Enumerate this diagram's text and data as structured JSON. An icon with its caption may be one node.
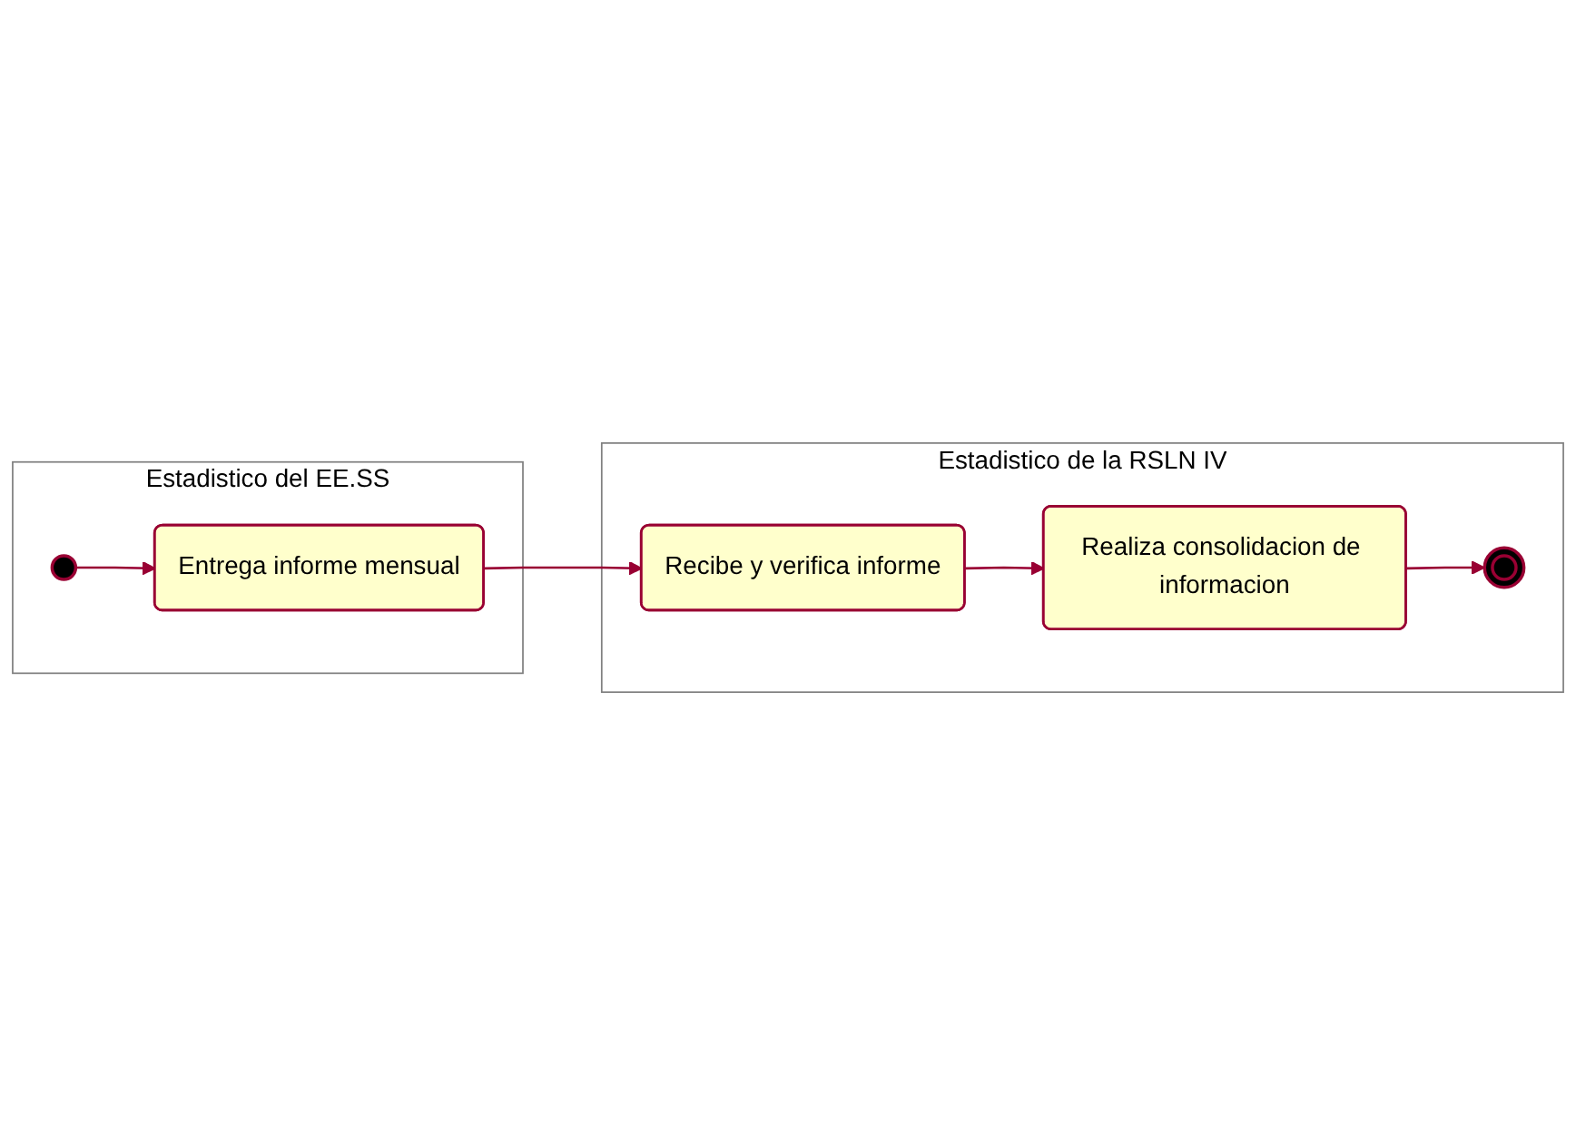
{
  "diagram": {
    "nodes": [
      {
        "text": [
          "Estadistico del EE.SS"
        ]
      },
      {
        "text": [
          "Estadistico de la RSLN IV"
        ]
      },
      {
        "text": [],
        "shape": "circle",
        "in": 0
      },
      {
        "text": [
          "Entrega informe mensual"
        ],
        "in": 0
      },
      {
        "text": [
          "Recibe y verifica informe"
        ],
        "in": 1
      },
      {
        "text": [
          "Realiza consolidacion de informacion"
        ],
        "in": 1
      },
      {
        "text": [],
        "shape": "circle",
        "in": 1
      }
    ],
    "edges": [
      {
        "from": 2,
        "to": 3,
        "arrow": "to"
      },
      {
        "from": 3,
        "to": 4,
        "arrow": "to"
      },
      {
        "from": 4,
        "to": 5,
        "arrow": "to"
      },
      {
        "from": 5,
        "to": 6,
        "arrow": "to"
      }
    ]
  }
}
